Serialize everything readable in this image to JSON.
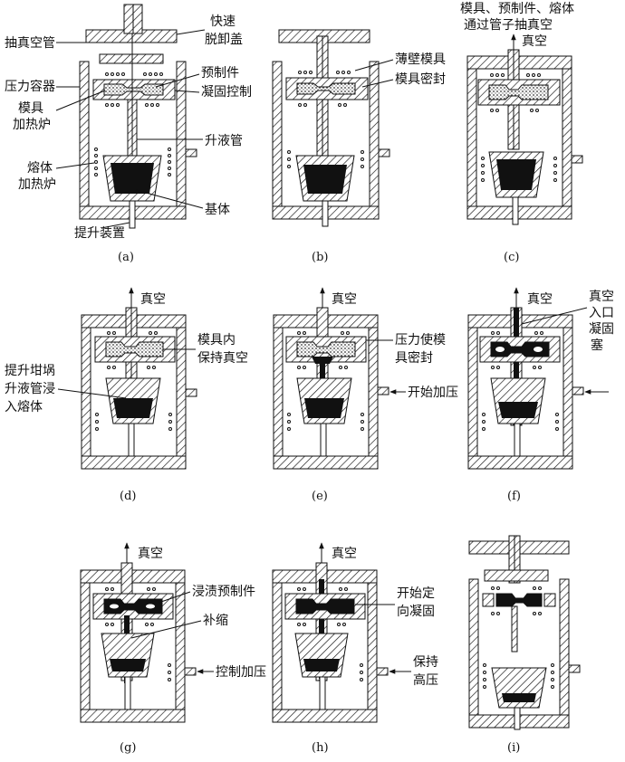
{
  "panel_a": {
    "caption": "(a)",
    "labels": {
      "vacuum_pipe": "抽真空管",
      "quick_lid_1": "快速",
      "quick_lid_2": "脱卸盖",
      "pressure_vessel": "压力容器",
      "preform": "预制件",
      "mold_heater_1": "模具",
      "mold_heater_2": "加热炉",
      "solidification_control": "凝固控制",
      "riser_tube": "升液管",
      "melt_heater_1": "熔体",
      "melt_heater_2": "加热炉",
      "base": "基体",
      "lift_device": "提升装置"
    }
  },
  "panel_b": {
    "caption": "(b)",
    "labels": {
      "thin_mold": "薄壁模具",
      "mold_seal": "模具密封"
    }
  },
  "panel_c": {
    "caption": "(c)",
    "labels": {
      "note_1": "模具、预制件、熔体",
      "note_2": "通过管子抽真空",
      "vacuum": "真空"
    }
  },
  "panel_d": {
    "caption": "(d)",
    "labels": {
      "vacuum": "真空",
      "keep_vacuum_1": "模具内",
      "keep_vacuum_2": "保持真空",
      "lift_crucible_1": "提升坩埚",
      "lift_crucible_2": "升液管浸",
      "lift_crucible_3": "入熔体"
    }
  },
  "panel_e": {
    "caption": "(e)",
    "labels": {
      "vacuum": "真空",
      "press_seal_1": "压力使模",
      "press_seal_2": "具密封",
      "start_press": "开始加压"
    }
  },
  "panel_f": {
    "caption": "(f)",
    "labels": {
      "vacuum": "真空",
      "inlet_1": "真空",
      "inlet_2": "入口",
      "inlet_3": "凝固",
      "inlet_4": "塞"
    }
  },
  "panel_g": {
    "caption": "(g)",
    "labels": {
      "vacuum": "真空",
      "infiltrate": "浸渍预制件",
      "feed": "补缩",
      "control_press": "控制加压"
    }
  },
  "panel_h": {
    "caption": "(h)",
    "labels": {
      "vacuum": "真空",
      "directional_1": "开始定",
      "directional_2": "向凝固",
      "hold_1": "保持",
      "hold_2": "高压"
    }
  },
  "panel_i": {
    "caption": "(i)"
  }
}
